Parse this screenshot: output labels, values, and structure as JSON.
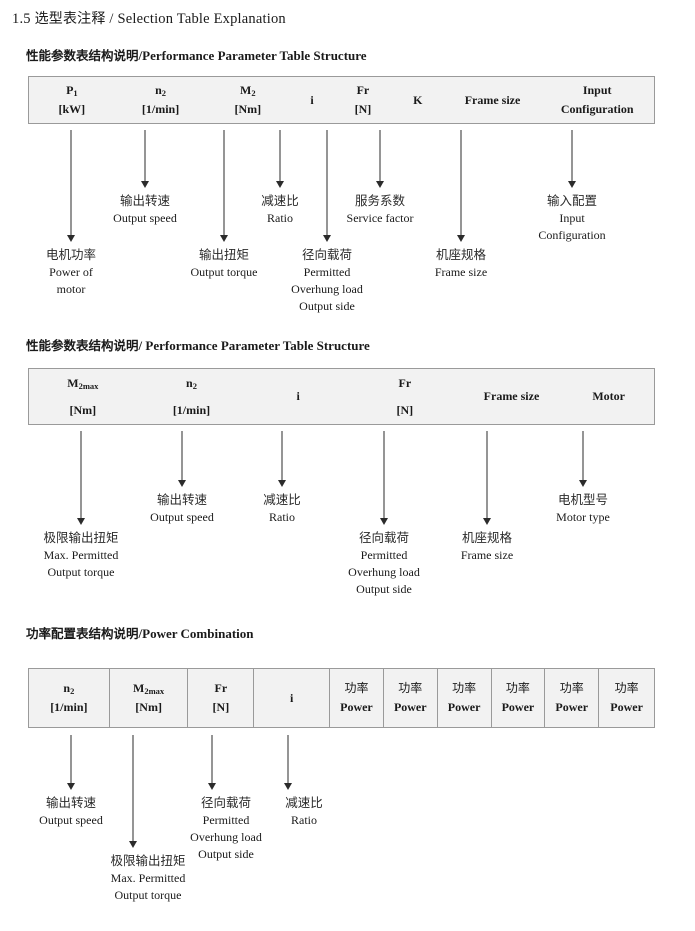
{
  "document": {
    "section_number": "1.5",
    "section_title_cn": "选型表注释",
    "section_title_sep": "/",
    "section_title_en": "Selection Table Explanation"
  },
  "blocks": [
    {
      "heading_cn": "性能参数表结构说明",
      "heading_sep": "/",
      "heading_en": "Performance Parameter Table Structure",
      "table": {
        "columns": [
          {
            "line1": "P",
            "sub1": "1",
            "line2": "[kW]"
          },
          {
            "line1": "n",
            "sub1": "2",
            "line2": "[1/min]"
          },
          {
            "line1": "M",
            "sub1": "2",
            "line2": "[Nm]"
          },
          {
            "line1": "i",
            "sub1": "",
            "line2": ""
          },
          {
            "line1": "Fr",
            "sub1": "",
            "line2": "[N]"
          },
          {
            "line1": "K",
            "sub1": "",
            "line2": ""
          },
          {
            "line1": "Frame size",
            "sub1": "",
            "line2": ""
          },
          {
            "line1": "Input",
            "sub1": "",
            "line2": "Configuration"
          }
        ]
      },
      "annotations": [
        {
          "cn": "电机功率",
          "en": [
            "Power of",
            "motor"
          ]
        },
        {
          "cn": "输出转速",
          "en": [
            "Output speed"
          ]
        },
        {
          "cn": "输出扭矩",
          "en": [
            "Output torque"
          ]
        },
        {
          "cn": "减速比",
          "en": [
            "Ratio"
          ]
        },
        {
          "cn": "径向载荷",
          "en": [
            "Permitted",
            "Overhung load",
            "Output side"
          ]
        },
        {
          "cn": "服务系数",
          "en": [
            "Service factor"
          ]
        },
        {
          "cn": "机座规格",
          "en": [
            "Frame size"
          ]
        },
        {
          "cn": "输入配置",
          "en": [
            "Input",
            "Configuration"
          ]
        }
      ]
    },
    {
      "heading_cn": "性能参数表结构说明",
      "heading_sep": "/",
      "heading_en": "Performance Parameter Table Structure",
      "table": {
        "columns": [
          {
            "line1": "M",
            "sub1": "2max",
            "line2": "[Nm]"
          },
          {
            "line1": "n",
            "sub1": "2",
            "line2": "[1/min]"
          },
          {
            "line1": "i",
            "sub1": "",
            "line2": ""
          },
          {
            "line1": "Fr",
            "sub1": "",
            "line2": "[N]"
          },
          {
            "line1": "Frame size",
            "sub1": "",
            "line2": ""
          },
          {
            "line1": "Motor",
            "sub1": "",
            "line2": ""
          }
        ]
      },
      "annotations": [
        {
          "cn": "极限输出扭矩",
          "en": [
            "Max. Permitted",
            "Output  torque"
          ]
        },
        {
          "cn": "输出转速",
          "en": [
            "Output speed"
          ]
        },
        {
          "cn": "减速比",
          "en": [
            "Ratio"
          ]
        },
        {
          "cn": "径向载荷",
          "en": [
            "Permitted",
            "Overhung load",
            "Output side"
          ]
        },
        {
          "cn": "机座规格",
          "en": [
            "Frame size"
          ]
        },
        {
          "cn": "电机型号",
          "en": [
            "Motor type"
          ]
        }
      ]
    },
    {
      "heading_cn": "功率配置表结构说明",
      "heading_sep": "/",
      "heading_en": "Power Combination",
      "table": {
        "columns": [
          {
            "line1": "n",
            "sub1": "2",
            "line2": "[1/min]"
          },
          {
            "line1": "M",
            "sub1": "2max",
            "line2": "[Nm]"
          },
          {
            "line1": "Fr",
            "sub1": "",
            "line2": "[N]"
          },
          {
            "line1": "i",
            "sub1": "",
            "line2": ""
          },
          {
            "line1cn": "功率",
            "line2": "Power"
          },
          {
            "line1cn": "功率",
            "line2": "Power"
          },
          {
            "line1cn": "功率",
            "line2": "Power"
          },
          {
            "line1cn": "功率",
            "line2": "Power"
          },
          {
            "line1cn": "功率",
            "line2": "Power"
          },
          {
            "line1cn": "功率",
            "line2": "Power"
          }
        ]
      },
      "annotations": [
        {
          "cn": "输出转速",
          "en": [
            "Output speed"
          ]
        },
        {
          "cn": "极限输出扭矩",
          "en": [
            "Max. Permitted",
            "Output  torque"
          ]
        },
        {
          "cn": "径向载荷",
          "en": [
            "Permitted",
            "Overhung load",
            "Output side"
          ]
        },
        {
          "cn": "减速比",
          "en": [
            "Ratio"
          ]
        }
      ]
    }
  ]
}
